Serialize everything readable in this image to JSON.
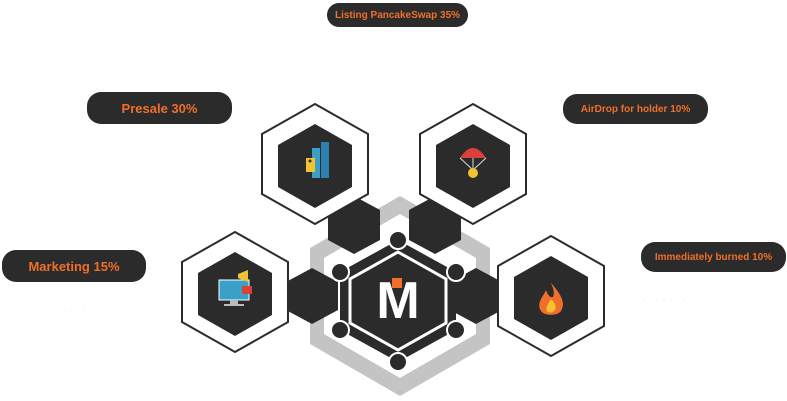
{
  "allocations": [
    {
      "label": "Listing PancakeSwap 35%",
      "category": "Listing PancakeSwap",
      "percent": 35,
      "icon": ""
    },
    {
      "label": "Presale 30%",
      "category": "Presale",
      "percent": 30,
      "icon": "price-tag-buildings-icon"
    },
    {
      "label": "AirDrop for holder 10%",
      "category": "AirDrop for holder",
      "percent": 10,
      "icon": "parachute-coin-icon"
    },
    {
      "label": "Marketing 15%",
      "category": "Marketing",
      "percent": 15,
      "icon": "monitor-megaphone-icon"
    },
    {
      "label": "Immediately burned 10%",
      "category": "Immediately burned",
      "percent": 10,
      "icon": "fire-icon"
    }
  ],
  "center_logo": {
    "text": "M",
    "icon": "logo-m-icon"
  },
  "colors": {
    "pill_background": "#2b2b2b",
    "pill_text": "#f06f2b",
    "hexagon_dark": "#2b2b2b",
    "hexagon_grey": "#bdbdbd",
    "hexagon_outline": "#2b2b2b",
    "background": "#ffffff"
  }
}
